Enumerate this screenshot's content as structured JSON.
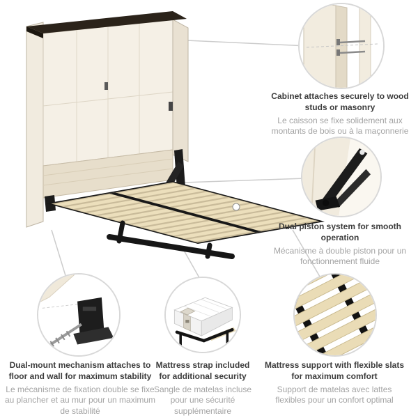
{
  "product": {
    "name": "wall-bed-feature-diagram"
  },
  "colors": {
    "panel_cream": "#f2ecdf",
    "panel_dark": "#e4dbc8",
    "slat_wood": "#ecdfbc",
    "frame_black": "#181818",
    "cabinet_top": "#2b231a",
    "title_text": "#3c3c3c",
    "subtitle_text": "#a3a3a3",
    "circle_border": "#d8d8d8",
    "connector_line": "#cccccc"
  },
  "callouts": [
    {
      "id": "cabinet-mount",
      "title": "Cabinet attaches securely to wood studs or masonry",
      "subtitle": "Le caisson se fixe solidement aux montants de bois ou à la maçonnerie"
    },
    {
      "id": "dual-piston",
      "title": "Dual piston system for smooth operation",
      "subtitle": "Mécanisme à double piston pour un fonctionnement fluide"
    },
    {
      "id": "dual-mount",
      "title": "Dual-mount mechanism attaches to floor and wall for maximum stability",
      "subtitle": "Le mécanisme de fixation double se fixe au plancher et au mur pour un maximum de stabilité"
    },
    {
      "id": "mattress-strap",
      "title": "Mattress strap included for additional security",
      "subtitle": "Sangle de matelas incluse pour une sécurité supplémentaire"
    },
    {
      "id": "flexible-slats",
      "title": "Mattress support with flexible slats for maximum comfort",
      "subtitle": "Support de matelas avec lattes flexibles pour un confort optimal"
    }
  ]
}
